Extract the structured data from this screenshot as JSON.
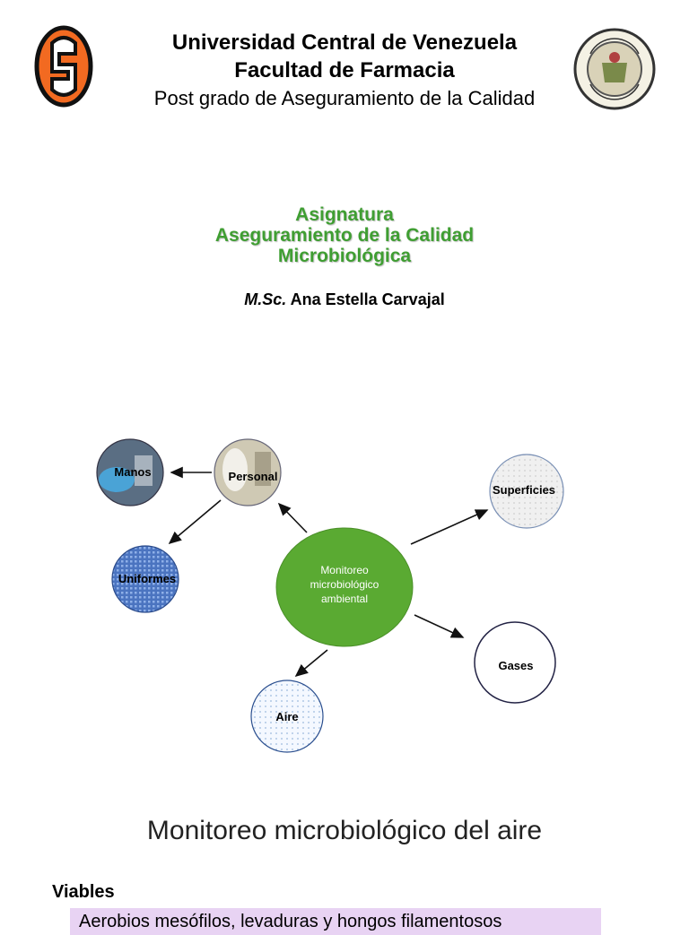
{
  "header": {
    "line1": "Universidad Central de Venezuela",
    "line2": "Facultad de Farmacia",
    "line3": "Post grado de Aseguramiento de la Calidad"
  },
  "course": {
    "line1": "Asignatura",
    "line2": "Aseguramiento de la Calidad",
    "line3": "Microbiológica"
  },
  "author": {
    "degree": "M.Sc.",
    "name": "Ana Estella Carvajal"
  },
  "diagram": {
    "center": [
      "Monitoreo",
      "microbiológico",
      "ambiental"
    ],
    "nodes": {
      "manos": "Manos",
      "personal": "Personal",
      "uniformes": "Uniformes",
      "superficies": "Superficies",
      "gases": "Gases",
      "aire": "Aire"
    },
    "center_color": "#5aaa32"
  },
  "section": {
    "title": "Monitoreo microbiológico del aire",
    "subtitle": "Viables",
    "bullet": "Aerobios mesófilos, levaduras y hongos filamentosos"
  }
}
